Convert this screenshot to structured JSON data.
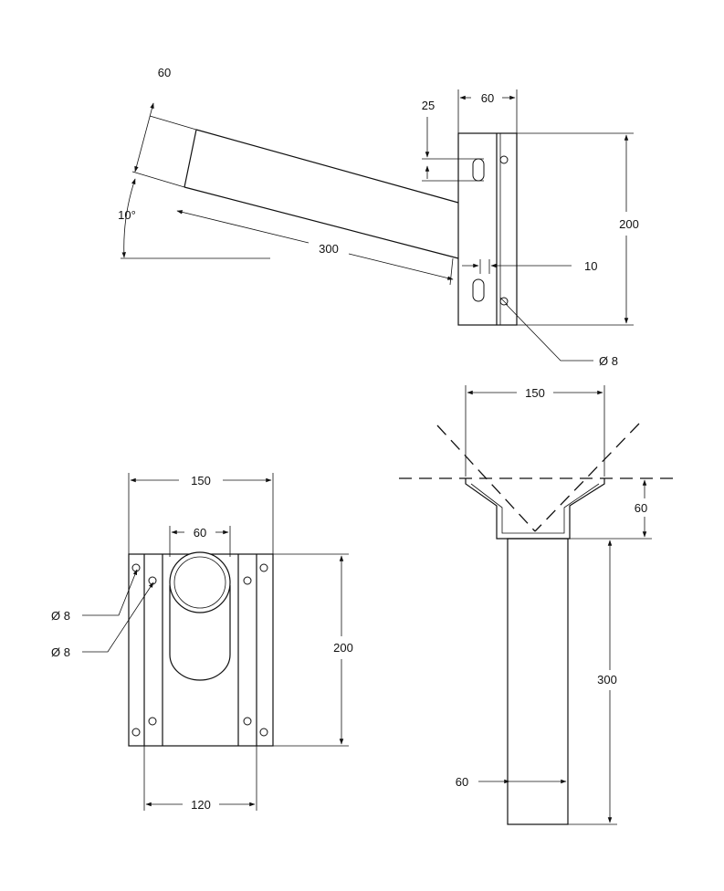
{
  "side_view": {
    "dim_width_top": "60",
    "dim_angle": "10°",
    "dim_length": "300",
    "dim_slot": "25",
    "dim_plate_width": "60",
    "dim_plate_height": "200",
    "dim_thickness": "10",
    "dim_hole": "Ø 8"
  },
  "front_view": {
    "dim_width": "150",
    "dim_tube": "60",
    "dim_height": "200",
    "dim_hole_a": "Ø 8",
    "dim_hole_b": "Ø 8",
    "dim_spacing": "120"
  },
  "end_view": {
    "dim_width": "150",
    "dim_depth": "60",
    "dim_length": "300",
    "dim_tube": "60"
  }
}
